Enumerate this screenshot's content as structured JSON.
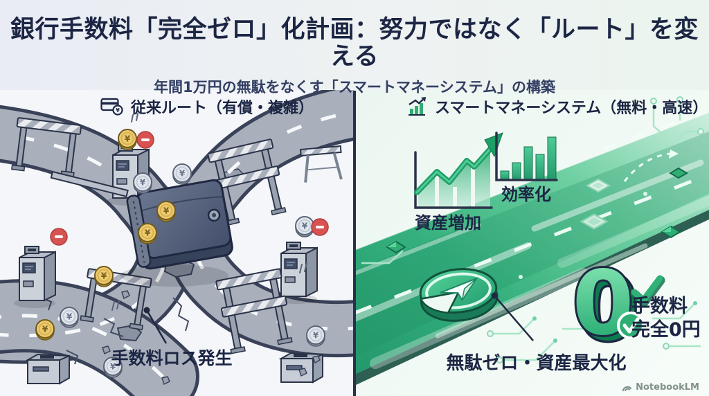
{
  "header": {
    "title": "銀行手数料「完全ゼロ」化計画：努力ではなく「ルート」を変える",
    "subtitle": "年間1万円の無駄をなくす「スマートマネーシステム」の構築"
  },
  "left_panel": {
    "heading": "従来ルート（有償・複雑）",
    "callout": "手数料ロス発生",
    "coin_symbol": "¥"
  },
  "right_panel": {
    "heading": "スマートマネーシステム（無料・高速）",
    "asset_growth_label": "資産増加",
    "efficiency_label": "効率化",
    "zero_waste_label": "無駄ゼロ・資産最大化",
    "zero_figure": "0",
    "fee_line1": "手数料",
    "fee_line2": "完全0円",
    "asset_chart": {
      "type": "line",
      "trend": "rising",
      "points": [
        3,
        5,
        4,
        6,
        5.5,
        8
      ]
    },
    "efficiency_chart": {
      "type": "bar",
      "values": [
        2,
        4,
        7.5,
        6,
        10
      ]
    }
  },
  "watermark": {
    "text": "NotebookLM"
  },
  "icons": {
    "card-coin-icon": "credit card with coin badge",
    "growth-chart-icon": "rising bar chart with arrow",
    "minus-badge-icon": "−",
    "check-icon": "✓",
    "send-token-icon": "paper-plane coin",
    "notebooklm-logo": "NotebookLM mark"
  },
  "colors": {
    "navy": "#1c2644",
    "accent_green": "#2fae74",
    "deep_green": "#15724c",
    "mint_bg": "#edf6f1",
    "left_bg": "#f5f6f9",
    "road_gray": "#a9b0bc",
    "gold_coin": "#edcb6d",
    "silver_coin": "#e2e7ee",
    "red_badge": "#d85252"
  }
}
